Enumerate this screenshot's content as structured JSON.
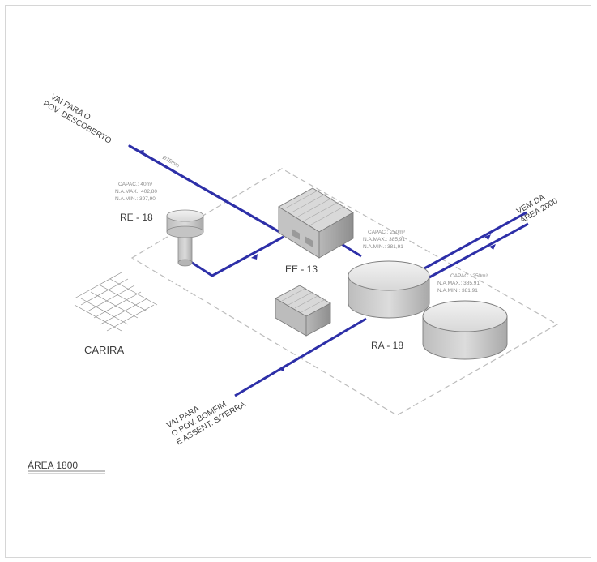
{
  "pipes": {
    "out_top": [
      "VAI PARA O",
      "POV. DESCOBERTO"
    ],
    "pipe_spec": "Ø75mm",
    "in_right": [
      "VEM DA",
      "ÁREA 2000"
    ],
    "out_bottom": [
      "VAI PARA",
      "O POV. BOMFIM",
      "E ASSENT. S/TERRA"
    ]
  },
  "re18": {
    "name": "RE - 18",
    "specs": [
      "CAPAC.: 40m³",
      "N.A.MAX.: 402,80",
      "N.A.MIN.: 397,90"
    ]
  },
  "ee13": {
    "name": "EE - 13"
  },
  "ra18": {
    "name": "RA - 18",
    "specs_a": [
      "CAPAC.: 250m³",
      "N.A.MAX.: 385,91",
      "N.A.MIN.: 381,91"
    ],
    "specs_b": [
      "CAPAC.: 250m³",
      "N.A.MAX.: 385,91",
      "N.A.MIN.: 381,91"
    ]
  },
  "place": "CARIRA",
  "area": "ÁREA 1800",
  "colors": {
    "pipe": "#2d2fa8",
    "fence": "#bcbcbc",
    "equipment": "#c9c9c9"
  }
}
